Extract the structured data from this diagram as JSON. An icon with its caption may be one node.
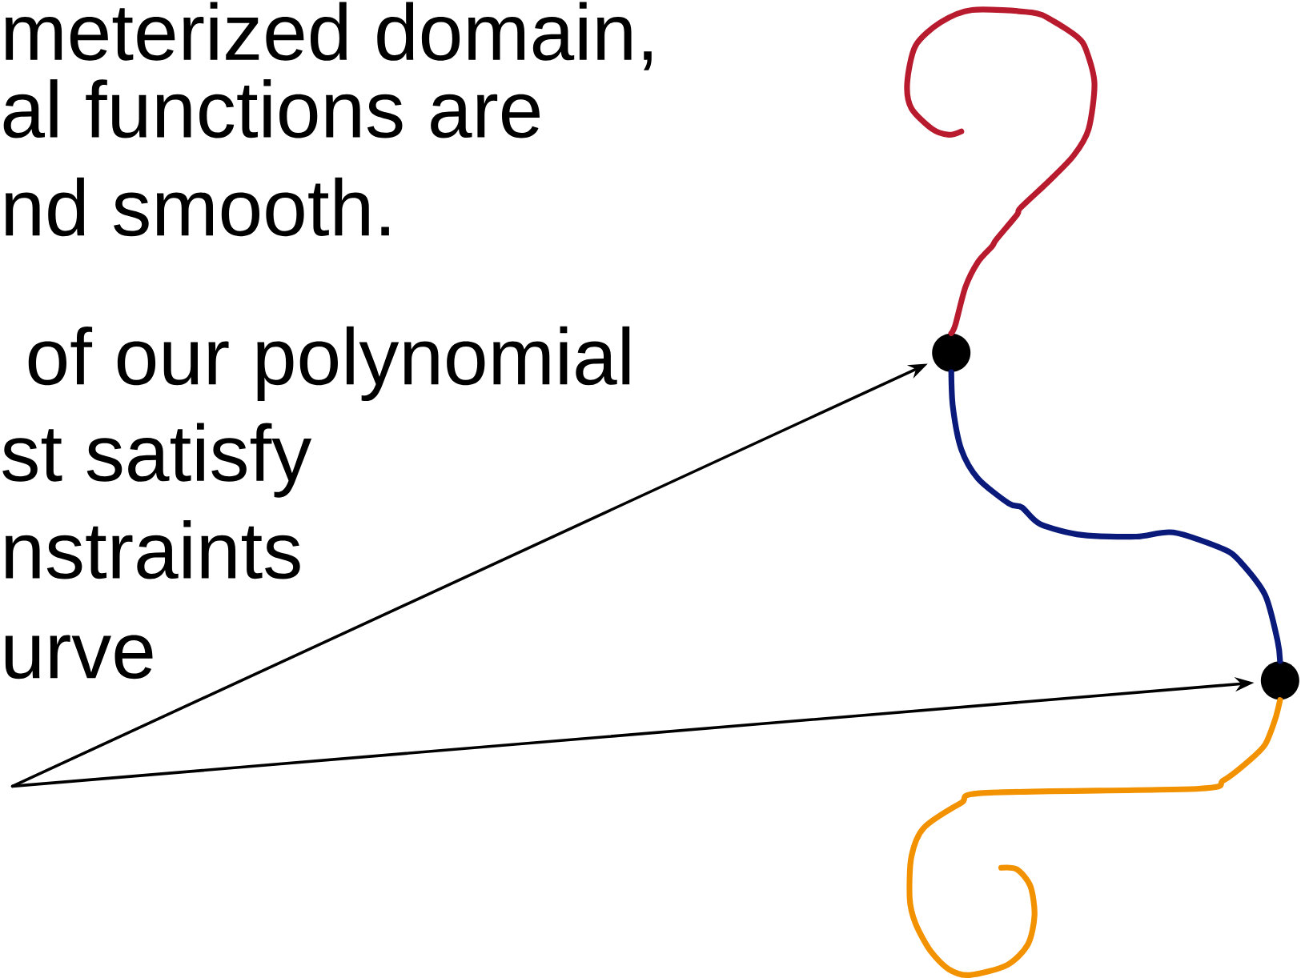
{
  "diagram": {
    "nodes": [
      {
        "text": [],
        "shape": "circle"
      },
      {
        "text": [],
        "shape": "circle"
      }
    ],
    "edges": [
      {
        "from": null,
        "to": 0,
        "arrow": "to"
      },
      {
        "from": null,
        "to": 1,
        "arrow": "to"
      },
      {
        "from": 0,
        "to": null,
        "arrow": "none",
        "color": "#b81b2e"
      },
      {
        "from": 0,
        "to": 1,
        "arrow": "none",
        "color": "#0a1a7a"
      },
      {
        "from": 1,
        "to": null,
        "arrow": "none",
        "color": "#f39200"
      }
    ],
    "labels": [
      "meterized domain,",
      "al functions are",
      "nd smooth.",
      "of our polynomial",
      "st satisfy",
      "nstraints",
      "urve"
    ]
  }
}
